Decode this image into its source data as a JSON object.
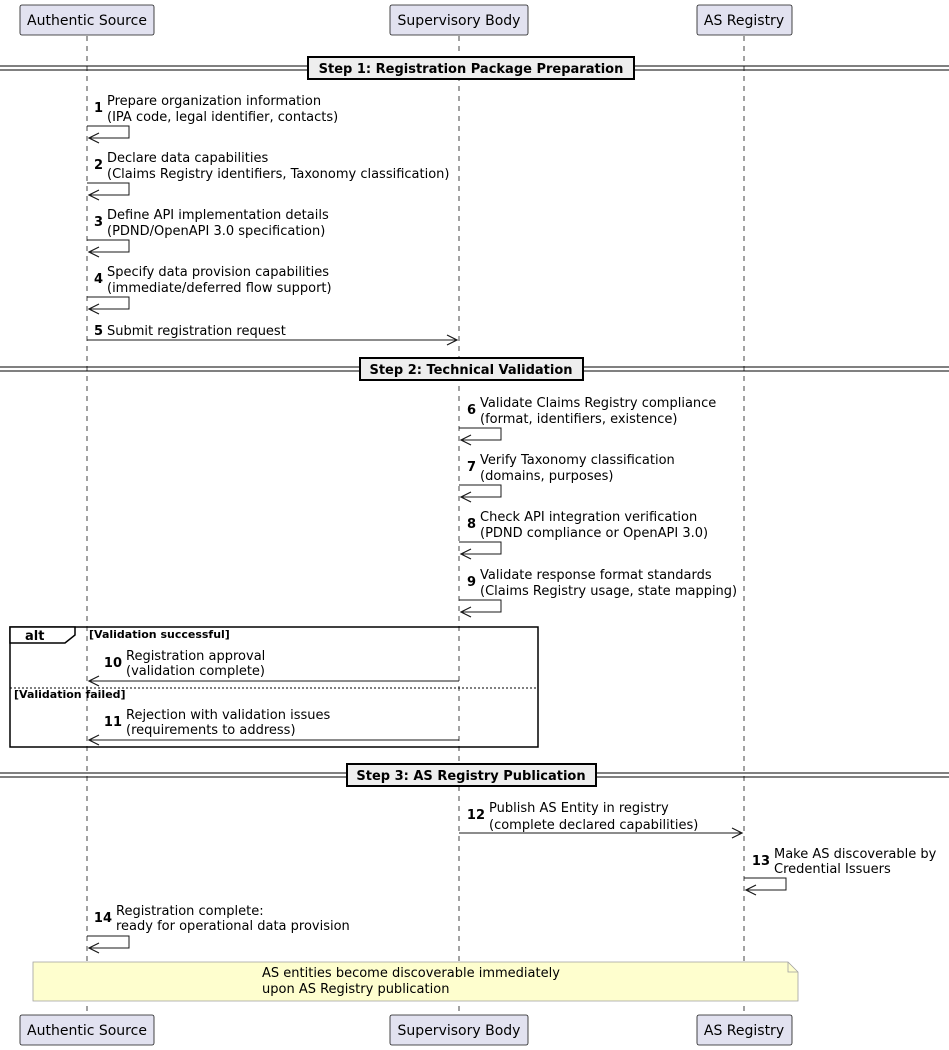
{
  "participants": [
    {
      "id": "as",
      "label": "Authentic Source"
    },
    {
      "id": "sb",
      "label": "Supervisory Body"
    },
    {
      "id": "reg",
      "label": "AS Registry"
    }
  ],
  "dividers": [
    {
      "label": "Step 1: Registration Package Preparation"
    },
    {
      "label": "Step 2: Technical Validation"
    },
    {
      "label": "Step 3: AS Registry Publication"
    }
  ],
  "messages": [
    {
      "num": "1",
      "lines": [
        "Prepare organization information",
        "(IPA code, legal identifier, contacts)"
      ]
    },
    {
      "num": "2",
      "lines": [
        "Declare data capabilities",
        "(Claims Registry identifiers, Taxonomy classification)"
      ]
    },
    {
      "num": "3",
      "lines": [
        "Define API implementation details",
        "(PDND/OpenAPI 3.0 specification)"
      ]
    },
    {
      "num": "4",
      "lines": [
        "Specify data provision capabilities",
        "(immediate/deferred flow support)"
      ]
    },
    {
      "num": "5",
      "lines": [
        "Submit registration request"
      ]
    },
    {
      "num": "6",
      "lines": [
        "Validate Claims Registry compliance",
        "(format, identifiers, existence)"
      ]
    },
    {
      "num": "7",
      "lines": [
        "Verify Taxonomy classification",
        "(domains, purposes)"
      ]
    },
    {
      "num": "8",
      "lines": [
        "Check API integration verification",
        "(PDND compliance or OpenAPI 3.0)"
      ]
    },
    {
      "num": "9",
      "lines": [
        "Validate response format standards",
        "(Claims Registry usage, state mapping)"
      ]
    },
    {
      "num": "10",
      "lines": [
        "Registration approval",
        "(validation complete)"
      ]
    },
    {
      "num": "11",
      "lines": [
        "Rejection with validation issues",
        "(requirements to address)"
      ]
    },
    {
      "num": "12",
      "lines": [
        "Publish AS Entity in registry",
        "(complete declared capabilities)"
      ]
    },
    {
      "num": "13",
      "lines": [
        "Make AS discoverable by",
        "Credential Issuers"
      ]
    },
    {
      "num": "14",
      "lines": [
        "Registration complete:",
        "ready for operational data provision"
      ]
    }
  ],
  "alt": {
    "keyword": "alt",
    "conditions": [
      "[Validation successful]",
      "[Validation failed]"
    ]
  },
  "note": {
    "lines": [
      "AS entities become discoverable immediately",
      "upon AS Registry publication"
    ]
  },
  "colors": {
    "participant_fill": "#e2e2f0",
    "participant_border": "#181818",
    "lifeline": "#181818",
    "divider_fill": "#eeeeee",
    "note_fill": "#fefece",
    "note_border": "#a0a0a0",
    "arrow": "#181818"
  }
}
